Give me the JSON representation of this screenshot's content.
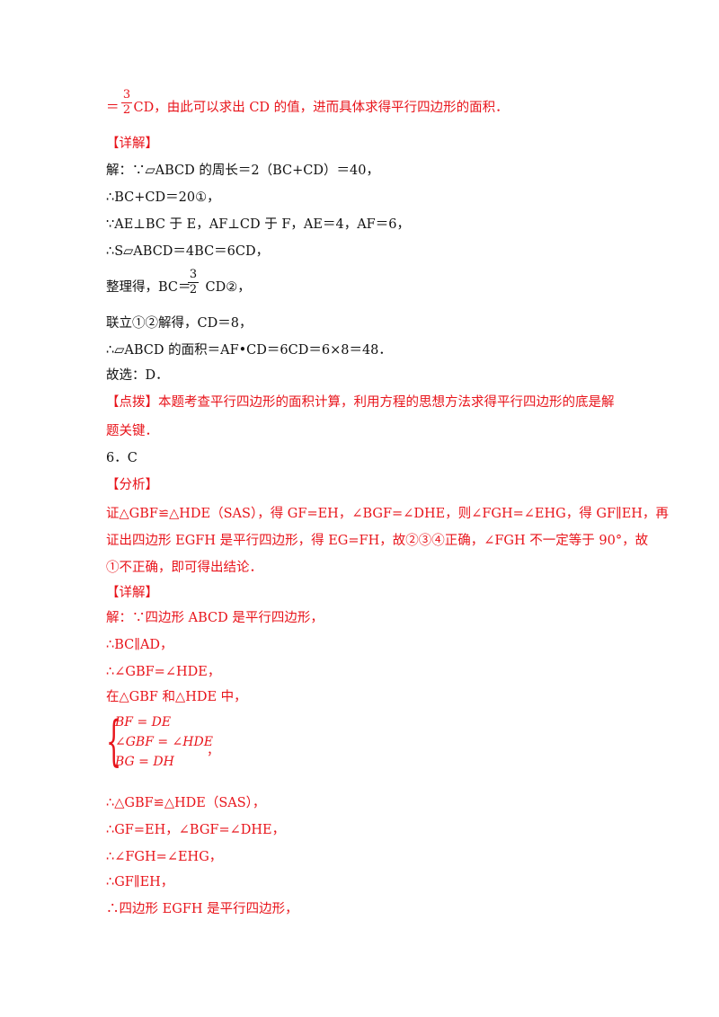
{
  "lines": {
    "l0_pre": "＝",
    "l0_post": "CD，由此可以求出 CD 的值，进而具体求得平行四边形的面积．",
    "frac1_num": "3",
    "frac1_den": "2",
    "l1": "【详解】",
    "l2": "解：∵▱ABCD 的周长＝2（BC+CD）＝40，",
    "l3": "∴BC+CD＝20①，",
    "l4": "∵AE⊥BC 于 E，AF⊥CD 于 F，AE＝4，AF＝6，",
    "l5": "∴S▱ABCD＝4BC＝6CD，",
    "l6_pre": "整理得，BC＝",
    "l6_post": "CD②，",
    "frac2_num": "3",
    "frac2_den": "2",
    "l7": "联立①②解得，CD＝8，",
    "l8": "∴▱ABCD 的面积＝AF•CD＝6CD＝6×8＝48．",
    "l9": "故选：D．",
    "l10": "【点拨】本题考查平行四边形的面积计算，利用方程的思想方法求得平行四边形的底是解",
    "l11": "题关键．",
    "l12": "6．C",
    "l13": "【分析】",
    "l14": "证△GBF≌△HDE（SAS），得 GF=EH，∠BGF=∠DHE，则∠FGH=∠EHG，得 GF∥EH，再",
    "l15": "证出四边形 EGFH 是平行四边形，得 EG=FH，故②③④正确，∠FGH 不一定等于 90°，故",
    "l16": "①不正确，即可得出结论．",
    "l17": "【详解】",
    "l18": "解：∵四边形 ABCD 是平行四边形，",
    "l19": "∴BC∥AD，",
    "l20": "∴∠GBF=∠HDE，",
    "l21": "在△GBF 和△HDE 中，",
    "sys1": "BF = DE",
    "sys2": "∠GBF = ∠HDE",
    "sys3": "BG = DH",
    "sys_after": "，",
    "l22": "∴△GBF≌△HDE（SAS），",
    "l23": "∴GF=EH，∠BGF=∠DHE，",
    "l24": "∴∠FGH=∠EHG，",
    "l25": "∴GF∥EH，",
    "l26": "∴四边形 EGFH 是平行四边形，"
  },
  "colors": {
    "text": "#e8141b",
    "heading_text": "#111111"
  }
}
